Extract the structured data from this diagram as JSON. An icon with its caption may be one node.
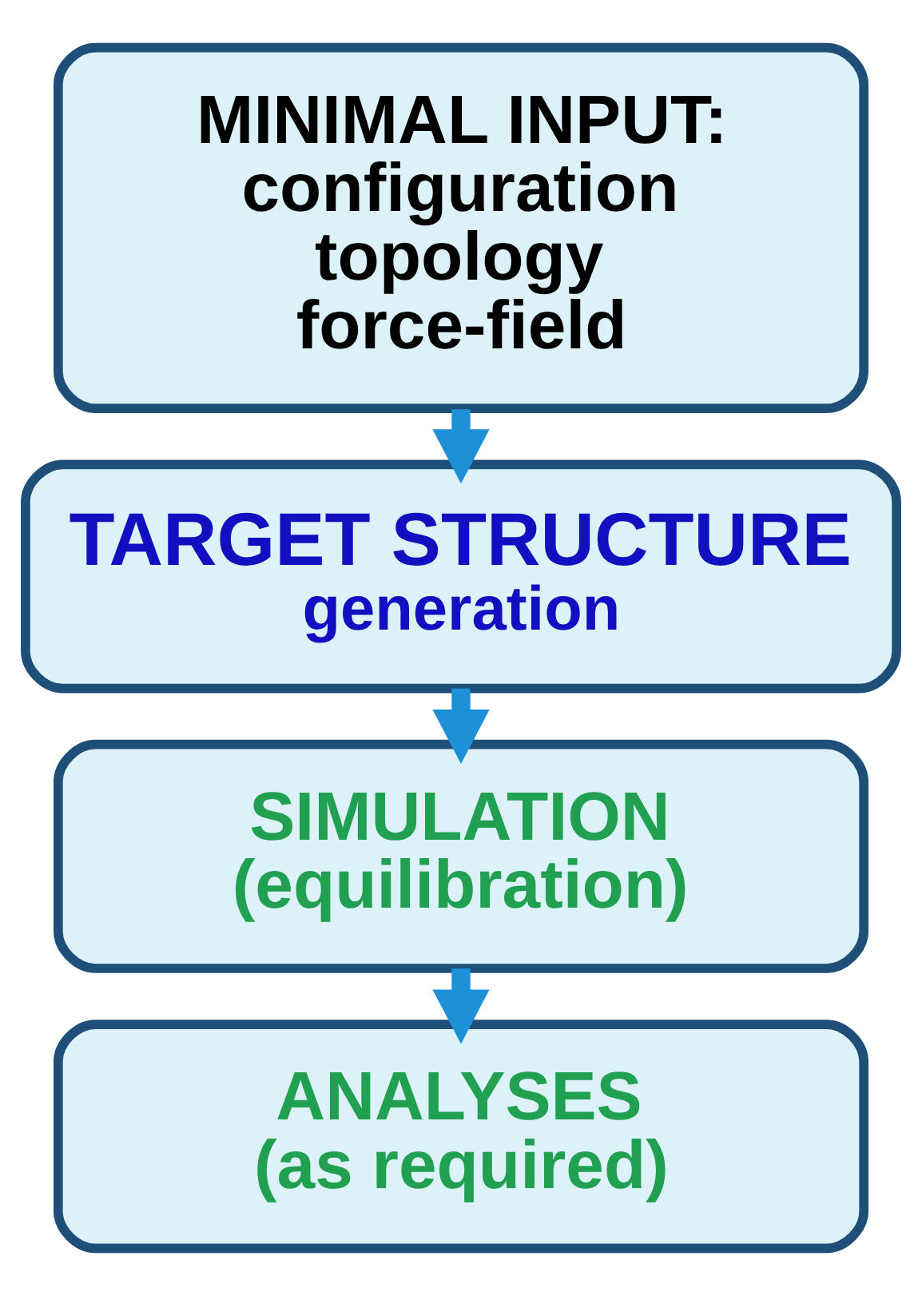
{
  "diagram": {
    "nodes": [
      {
        "text": [
          "MINIMAL INPUT:",
          "configuration topology force-field"
        ]
      },
      {
        "text": [
          "TARGET STRUCTURE",
          "generation"
        ]
      },
      {
        "text": [
          "SIMULATION",
          "(equilibration)"
        ]
      },
      {
        "text": [
          "ANALYSES",
          "(as required)"
        ]
      }
    ],
    "edges": [
      {
        "from": 0,
        "to": 1,
        "arrow": "to"
      },
      {
        "from": 1,
        "to": 2,
        "arrow": "to"
      },
      {
        "from": 2,
        "to": 3,
        "arrow": "to"
      }
    ]
  }
}
